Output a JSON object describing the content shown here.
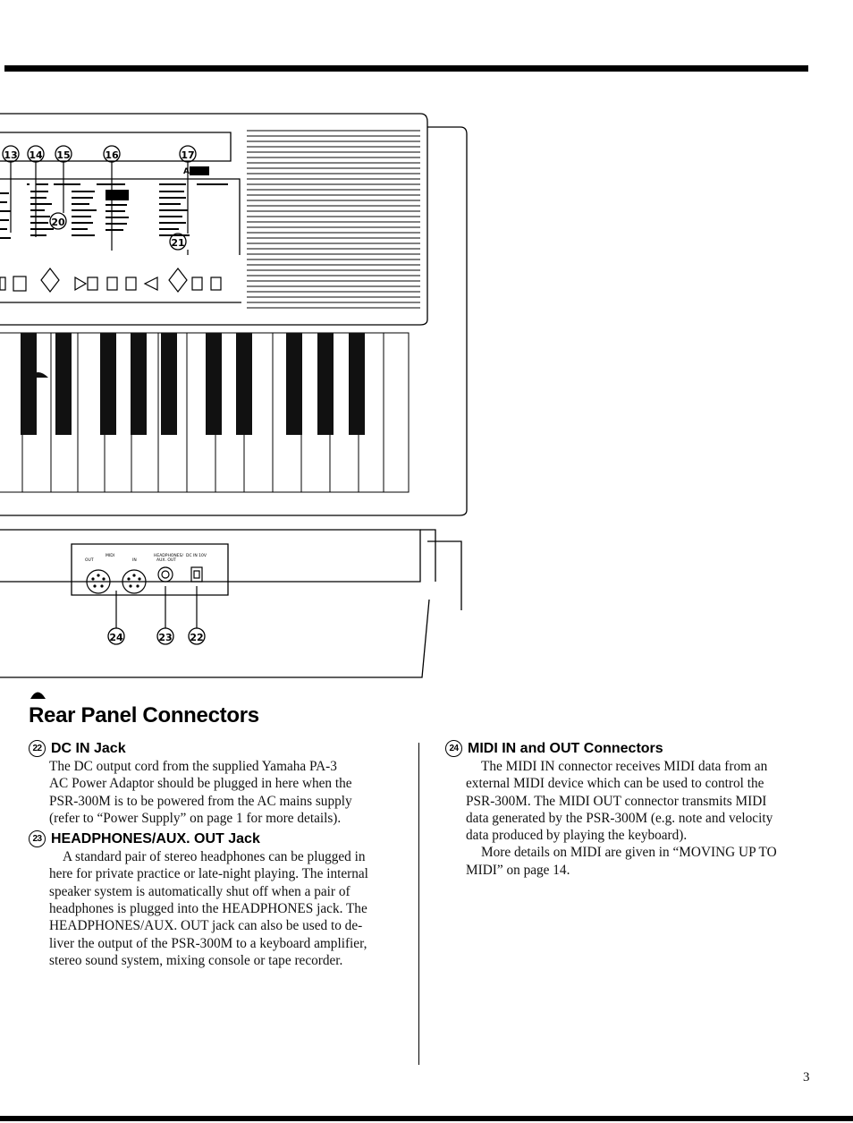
{
  "illustration": {
    "callouts_top": [
      "13",
      "14",
      "15",
      "16",
      "17"
    ],
    "callouts_mid": [
      "20",
      "21"
    ],
    "callouts_rear": [
      "24",
      "23",
      "22"
    ],
    "brand_mark": "AWM",
    "rear_labels": {
      "midi": "MIDI",
      "out": "OUT",
      "in": "IN",
      "headphones": "HEADPHONES/",
      "aux": "AUX. OUT",
      "dc": "DC IN 10V"
    }
  },
  "title": "Rear Panel Connectors",
  "sections_left": [
    {
      "badge": "22",
      "heading": "DC IN Jack",
      "paragraphs": [
        [
          "The DC output cord from the supplied Yamaha PA-3",
          "AC Power Adaptor should be plugged in here when the",
          "PSR-300M is to be powered from the AC mains supply",
          "(refer to “Power Supply” on page 1 for more details)."
        ]
      ]
    },
    {
      "badge": "23",
      "heading": "HEADPHONES/AUX. OUT Jack",
      "paragraphs": [
        [
          "A standard pair of stereo headphones can be plugged in",
          "here for private practice or late-night playing. The internal",
          "speaker system is automatically shut off when a pair of",
          "headphones is plugged into the HEADPHONES jack. The",
          "HEADPHONES/AUX. OUT jack can also be used to de-",
          "liver the output of the PSR-300M to a keyboard amplifier,",
          "stereo sound system, mixing console or tape recorder."
        ]
      ]
    }
  ],
  "sections_right": [
    {
      "badge": "24",
      "heading": "MIDI IN and OUT Connectors",
      "paragraphs": [
        [
          "The MIDI IN connector receives MIDI data from an",
          "external MIDI device which can be used to control the",
          "PSR-300M. The MIDI OUT connector transmits MIDI",
          "data generated by the PSR-300M (e.g. note and velocity",
          "data produced by playing the keyboard)."
        ],
        [
          "More details on MIDI are given in “MOVING UP TO",
          "MIDI” on page 14."
        ]
      ]
    }
  ],
  "page_number": "3"
}
